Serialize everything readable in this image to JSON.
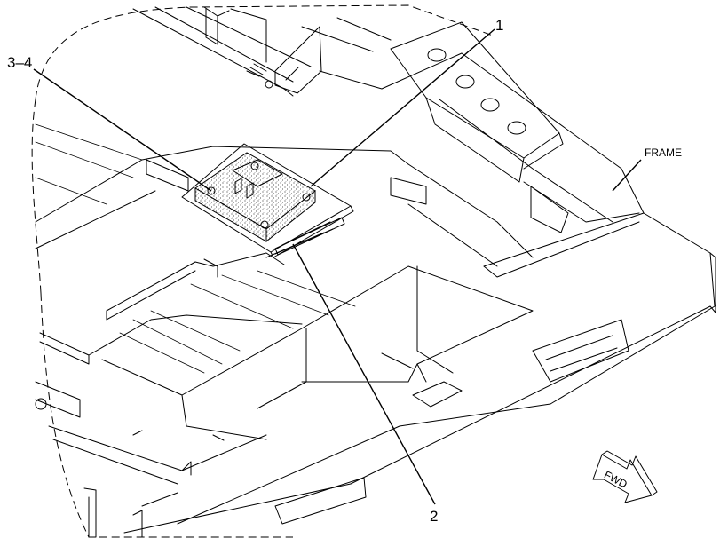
{
  "callouts": {
    "part_1": "1",
    "part_2": "2",
    "part_3_4": "3–4",
    "frame": "FRAME"
  },
  "direction_arrow": {
    "label": "FWD"
  },
  "colors": {
    "line": "#000000",
    "background": "#ffffff"
  }
}
